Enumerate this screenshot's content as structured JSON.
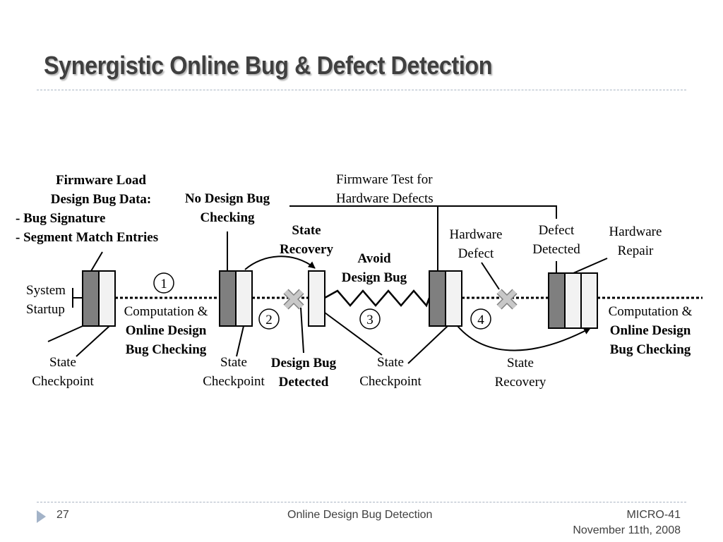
{
  "slide": {
    "title": "Synergistic Online Bug & Defect Detection",
    "page_number": "27",
    "footer_center": "Online Design Bug Detection",
    "footer_right_line1": "MICRO-41",
    "footer_right_line2": "November 11th, 2008"
  },
  "diagram": {
    "firmware_load": {
      "line1": "Firmware Load",
      "line2": "Design Bug Data:",
      "line3": "- Bug Signature",
      "line4": "- Segment Match Entries"
    },
    "no_design_bug": {
      "line1": "No Design Bug",
      "line2": "Checking"
    },
    "state_recovery_1": {
      "line1": "State",
      "line2": "Recovery"
    },
    "firmware_test": {
      "line1": "Firmware Test for",
      "line2": "Hardware Defects"
    },
    "avoid_design_bug": {
      "line1": "Avoid",
      "line2": "Design Bug"
    },
    "hardware_defect": {
      "line1": "Hardware",
      "line2": "Defect"
    },
    "defect_detected": {
      "line1": "Defect",
      "line2": "Detected"
    },
    "hardware_repair": {
      "line1": "Hardware",
      "line2": "Repair"
    },
    "system_startup": {
      "line1": "System",
      "line2": "Startup"
    },
    "computation_left": {
      "line1": "Computation &",
      "line2": "Online Design",
      "line3": "Bug Checking"
    },
    "computation_right": {
      "line1": "Computation &",
      "line2": "Online Design",
      "line3": "Bug Checking"
    },
    "checkpoint_1": {
      "line1": "State",
      "line2": "Checkpoint"
    },
    "checkpoint_2": {
      "line1": "State",
      "line2": "Checkpoint"
    },
    "checkpoint_3": {
      "line1": "State",
      "line2": "Checkpoint"
    },
    "design_bug_detected": {
      "line1": "Design Bug",
      "line2": "Detected"
    },
    "state_recovery_2": {
      "line1": "State",
      "line2": "Recovery"
    },
    "step_numbers": [
      "1",
      "2",
      "3",
      "4"
    ]
  },
  "colors": {
    "dark_block": "#7f7f7f",
    "light_block": "#f2f2f2",
    "cross_fill": "#bfbfbf",
    "accent_triangle": "#a3b3c8"
  }
}
